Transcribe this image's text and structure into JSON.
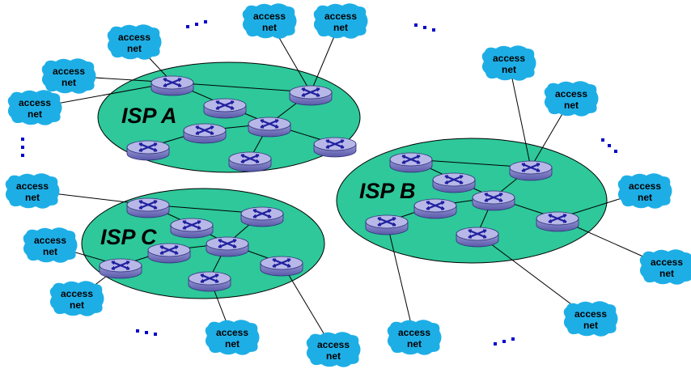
{
  "isps": [
    {
      "label": "ISP A"
    },
    {
      "label": "ISP B"
    },
    {
      "label": "ISP C"
    }
  ],
  "access_net": {
    "line1": "access",
    "line2": "net"
  },
  "colors": {
    "isp_fill": "#2ec89a",
    "access_fill": "#1eaee6",
    "router_top": "#b8b8e8",
    "router_side": "#7070b8",
    "router_x": "#2020a0",
    "dots": "#0000cc"
  },
  "icons": {
    "router": "router-icon",
    "access": "cloud-icon",
    "ellipsis": "ellipsis-icon"
  }
}
